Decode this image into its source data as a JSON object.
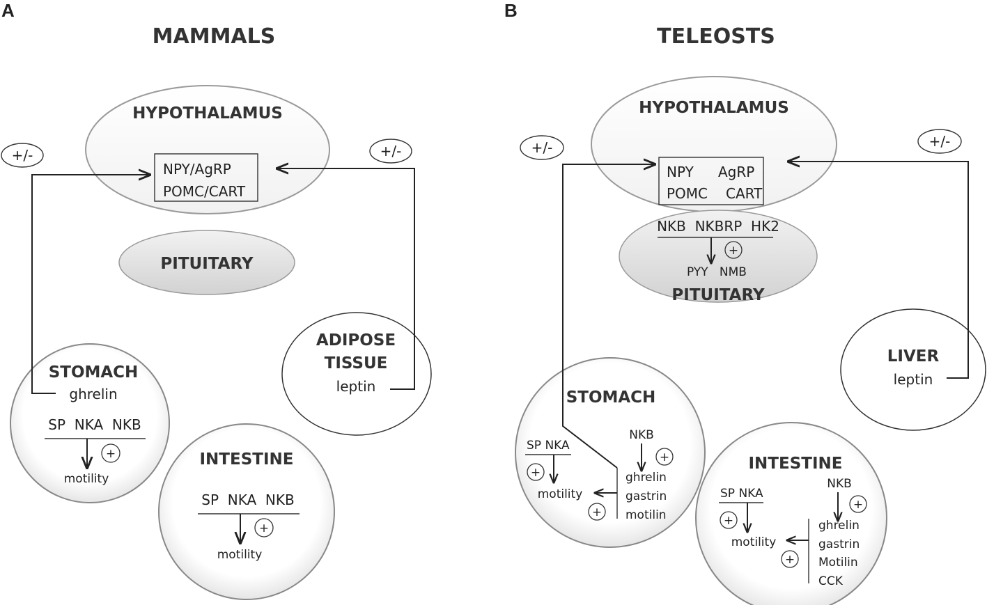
{
  "panel_a": {
    "letter": "A",
    "title": "MAMMALS",
    "hypothalamus": {
      "label": "HYPOTHALAMUS",
      "line1": "NPY/AgRP",
      "line2": "POMC/CART"
    },
    "pituitary": {
      "label": "PITUITARY"
    },
    "feedback_left": "+/-",
    "feedback_right": "+/-",
    "adipose": {
      "label1": "ADIPOSE",
      "label2": "TISSUE",
      "hormone": "leptin"
    },
    "stomach": {
      "label": "STOMACH",
      "hormone": "ghrelin",
      "peptides": "SP  NKA  NKB",
      "plus": "+",
      "effect": "motility"
    },
    "intestine": {
      "label": "INTESTINE",
      "peptides": "SP  NKA  NKB",
      "plus": "+",
      "effect": "motility"
    }
  },
  "panel_b": {
    "letter": "B",
    "title": "TELEOSTS",
    "hypothalamus": {
      "label": "HYPOTHALAMUS",
      "npy": "NPY",
      "agrp": "AgRP",
      "pomc": "POMC",
      "cart": "CART"
    },
    "pituitary": {
      "label": "PITUITARY",
      "peptides": "NKB  NKBRP  HK2",
      "plus": "+",
      "targets": "PYY   NMB"
    },
    "feedback_left": "+/-",
    "feedback_right": "+/-",
    "liver": {
      "label": "LIVER",
      "hormone": "leptin"
    },
    "stomach": {
      "label": "STOMACH",
      "left_peptides": "SP NKA",
      "right_peptide": "NKB",
      "hormones": [
        "ghrelin",
        "gastrin",
        "motilin"
      ],
      "plus": "+",
      "effect": "motility"
    },
    "intestine": {
      "label": "INTESTINE",
      "left_peptides": "SP NKA",
      "right_peptide": "NKB",
      "hormones": [
        "ghrelin",
        "gastrin",
        "Motilin",
        "CCK"
      ],
      "plus": "+",
      "effect": "motility"
    }
  }
}
